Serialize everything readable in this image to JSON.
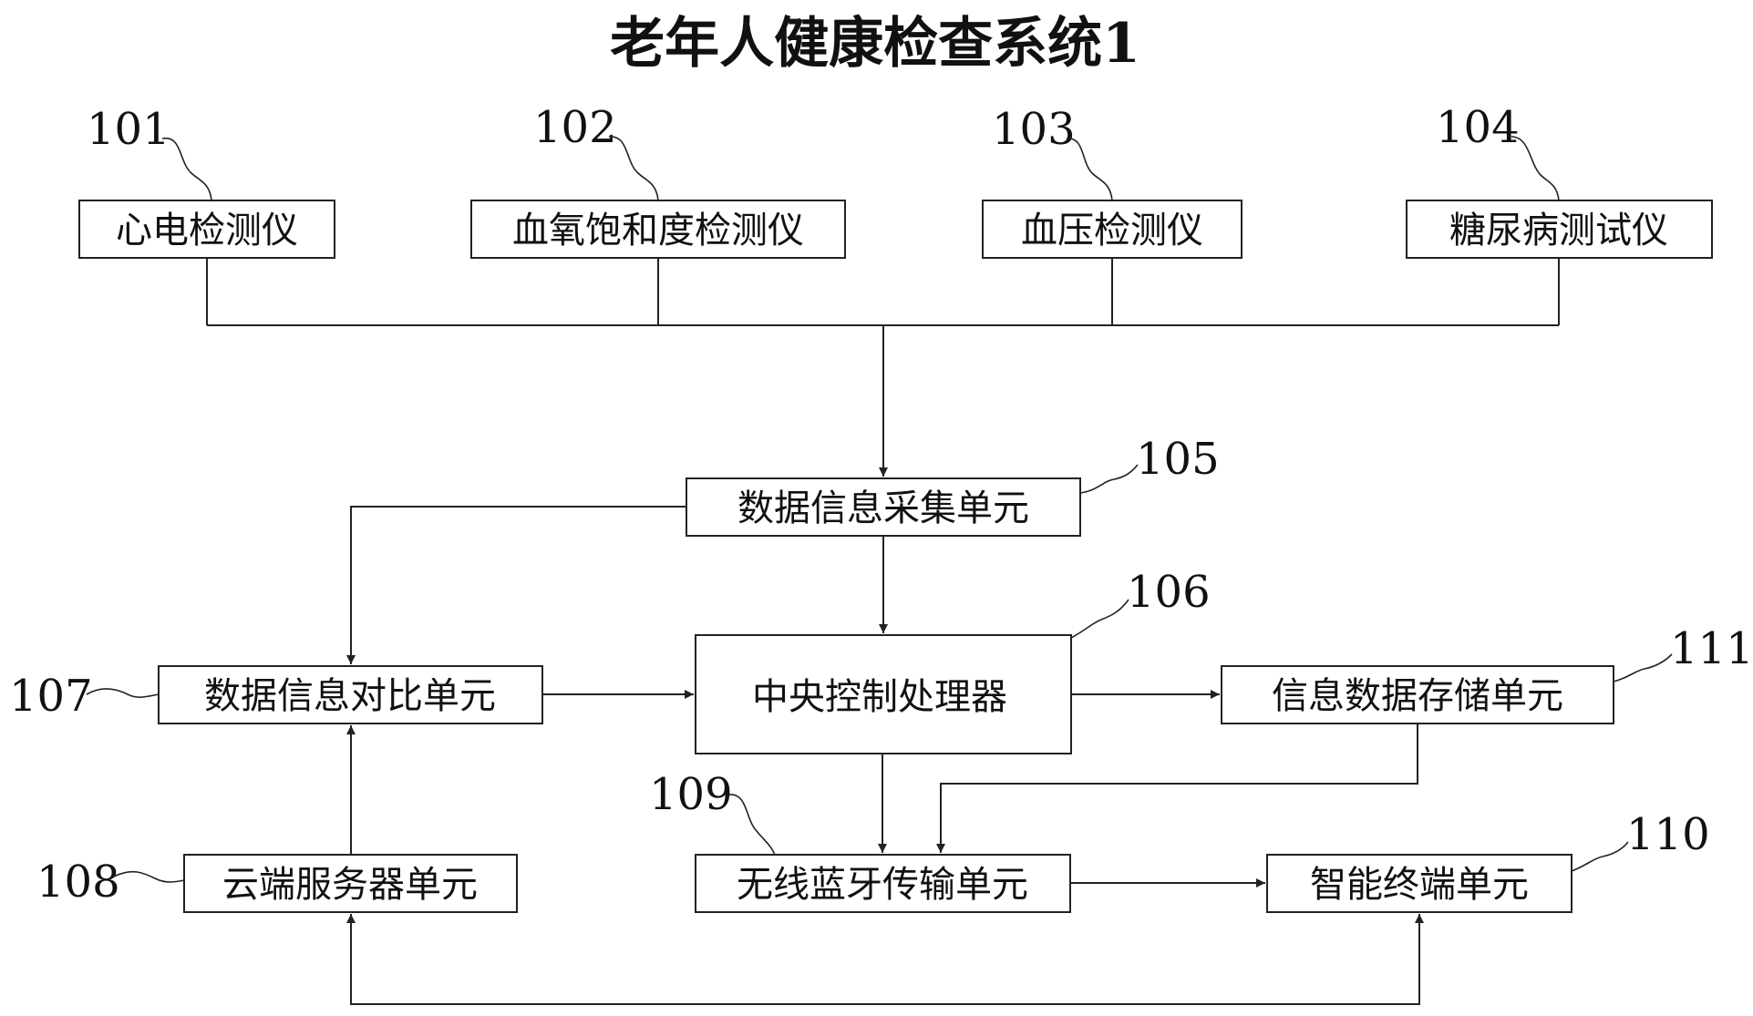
{
  "title": "老年人健康检查系统1",
  "nodes": {
    "n101": {
      "ref": "101",
      "label": "心电检测仪"
    },
    "n102": {
      "ref": "102",
      "label": "血氧饱和度检测仪"
    },
    "n103": {
      "ref": "103",
      "label": "血压检测仪"
    },
    "n104": {
      "ref": "104",
      "label": "糖尿病测试仪"
    },
    "n105": {
      "ref": "105",
      "label": "数据信息采集单元"
    },
    "n106": {
      "ref": "106",
      "label": "中央控制处理器"
    },
    "n107": {
      "ref": "107",
      "label": "数据信息对比单元"
    },
    "n108": {
      "ref": "108",
      "label": "云端服务器单元"
    },
    "n109": {
      "ref": "109",
      "label": "无线蓝牙传输单元"
    },
    "n110": {
      "ref": "110",
      "label": "智能终端单元"
    },
    "n111": {
      "ref": "111",
      "label": "信息数据存储单元"
    }
  }
}
